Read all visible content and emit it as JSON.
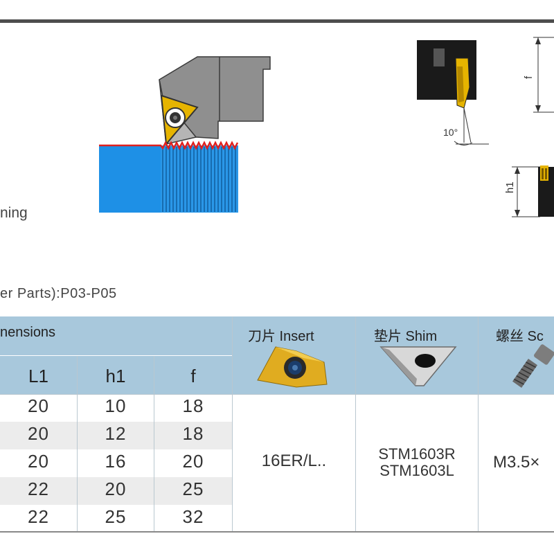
{
  "caption": "ning",
  "subtitle": "er Parts):P03-P05",
  "angle_label": "10°",
  "dim_labels": {
    "f": "f",
    "h1": "h1"
  },
  "table": {
    "group_header": "nensions",
    "columns": [
      "L1",
      "h1",
      "f"
    ],
    "rows": [
      [
        "20",
        "10",
        "18"
      ],
      [
        "20",
        "12",
        "18"
      ],
      [
        "20",
        "16",
        "20"
      ],
      [
        "22",
        "20",
        "25"
      ],
      [
        "22",
        "25",
        "32"
      ]
    ],
    "insert": {
      "header": "刀片 Insert",
      "value": "16ER/L.."
    },
    "shim": {
      "header": "垫片 Shim",
      "value_1": "STM1603R",
      "value_2": "STM1603L"
    },
    "screw": {
      "header": "螺丝 Sc",
      "value": "M3.5×"
    }
  },
  "colors": {
    "header_blue": "#a8c8dc",
    "workpiece_blue": "#1e90e6",
    "insert_gold": "#e6b400",
    "thread_red": "#e0201e"
  }
}
